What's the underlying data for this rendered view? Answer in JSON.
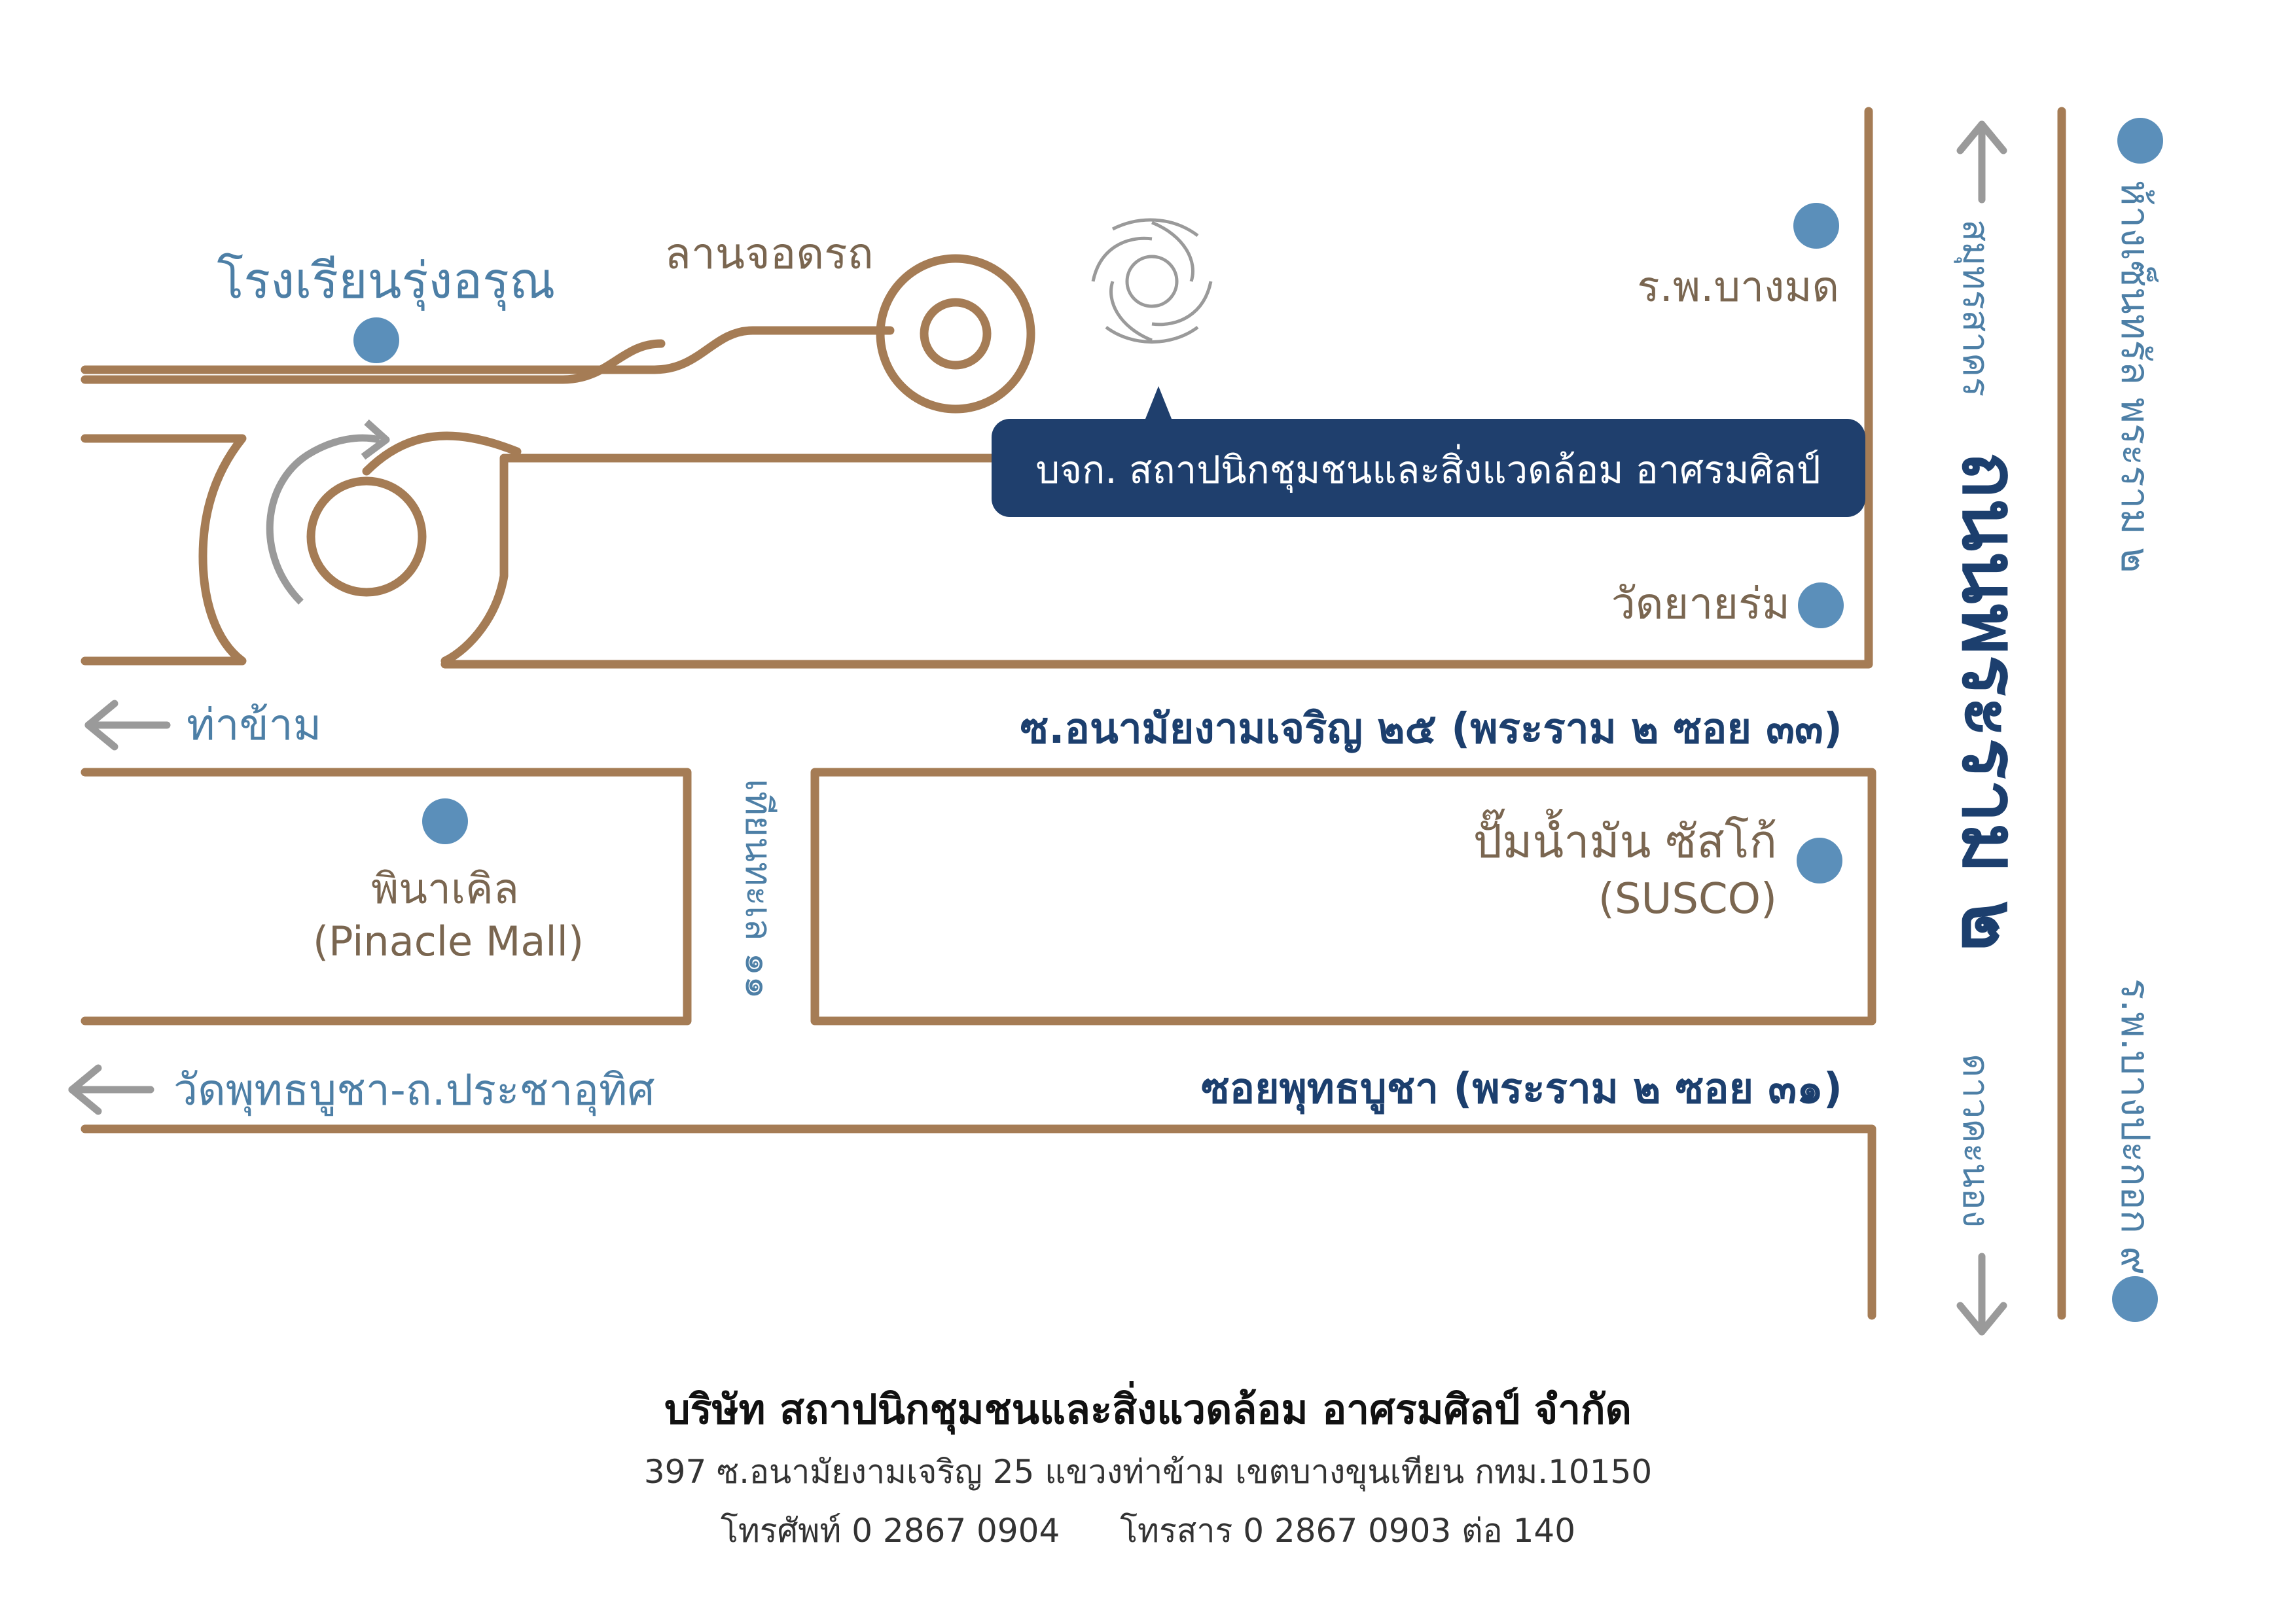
{
  "colors": {
    "road": "#a57c55",
    "place_dot": "#5b8fba",
    "place_text": "#4d7fa6",
    "label_brown": "#7a6650",
    "road_name_navy": "#1c3f6e",
    "callout_bg": "#1f3f6d",
    "arrow_grey": "#9a9a9a"
  },
  "icons": {
    "logo": "swirl-logo-icon",
    "place": "circle-dot-icon",
    "direction": "arrow-icon",
    "roundabout": "circular-arrow-icon"
  },
  "places": {
    "school": "โรงเรียนรุ่งอรุณ",
    "parking": "ลานจอดรถ",
    "hospital_bangmod": "ร.พ.บางมด",
    "wat_yaiyrom": "วัดยายร่ม",
    "pinnacle_th": "พินาเคิล",
    "pinnacle_en": "(Pinacle Mall)",
    "susco_th": "ปั๊มน้ำมัน ซัสโก้",
    "susco_en": "(SUSCO)",
    "central": "ห้างเซ็นทรัล พระราม ๒",
    "hospital_bangpakok": "ร.พ.บางปะกอก ๙"
  },
  "company_callout": "บจก. สถาปนิกชุมชนและสิ่งแวดล้อม อาศรมศิลป์",
  "roads": {
    "soi_25": "ซ.อนามัยงามเจริญ ๒๕ (พระราม ๒ ซอย ๓๓)",
    "soi_buddha": "ซอยพุทธบูชา (พระราม ๒ ซอย ๓๑)",
    "rama2": "ถนนพระราม ๒",
    "tienthale": "เทียนทะเล ๑๑",
    "samut_sakhon": "สมุทรสาคร",
    "dao_khanong": "ดาวคะนอง",
    "tha_kham": "ท่าข้าม",
    "wat_buddha": "วัดพุทธบูชา-ถ.ประชาอุทิศ"
  },
  "footer": {
    "company": "บริษัท สถาปนิกชุมชนและสิ่งแวดล้อม อาศรมศิลป์ จำกัด",
    "address": "397 ซ.อนามัยงามเจริญ 25 แขวงท่าข้าม เขตบางขุนเทียน กทม.10150",
    "phone": "โทรศัพท์ 0 2867 0904",
    "fax": "โทรสาร 0 2867 0903 ต่อ 140"
  }
}
